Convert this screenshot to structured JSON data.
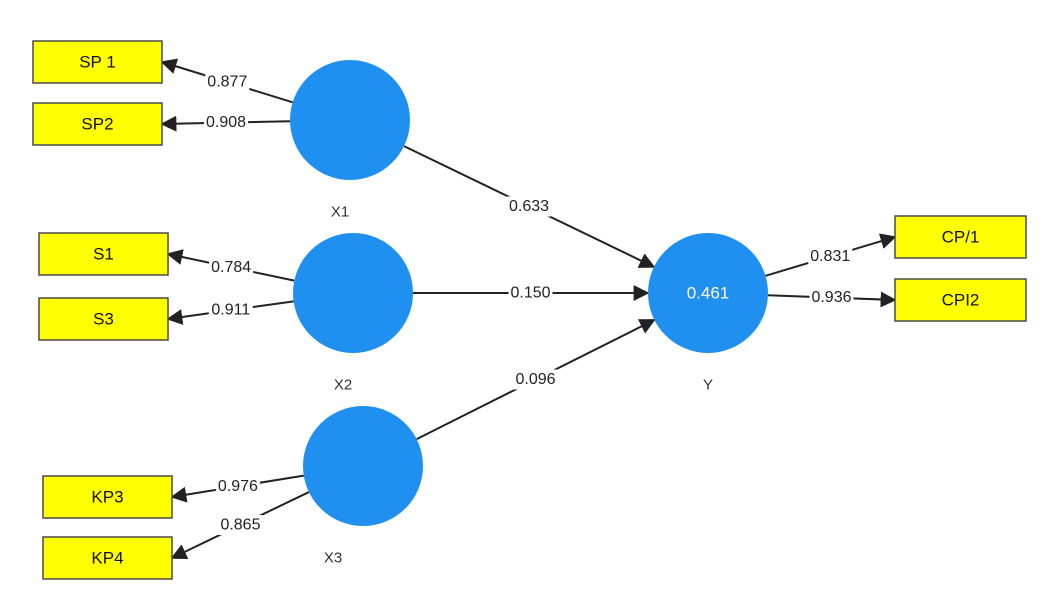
{
  "latent_variables": [
    {
      "id": "X1",
      "label": "X1",
      "r2": ""
    },
    {
      "id": "X2",
      "label": "X2",
      "r2": ""
    },
    {
      "id": "X3",
      "label": "X3",
      "r2": ""
    },
    {
      "id": "Y",
      "label": "Y",
      "r2": "0.461"
    }
  ],
  "indicators": [
    {
      "id": "SP1",
      "label": "SP 1"
    },
    {
      "id": "SP2",
      "label": "SP2"
    },
    {
      "id": "S1",
      "label": "S1"
    },
    {
      "id": "S3",
      "label": "S3"
    },
    {
      "id": "KP3",
      "label": "KP3"
    },
    {
      "id": "KP4",
      "label": "KP4"
    },
    {
      "id": "CPI1",
      "label": "CP/1"
    },
    {
      "id": "CPI2",
      "label": "CPI2"
    }
  ],
  "outer_loadings": [
    {
      "from": "X1",
      "to": "SP1",
      "value": "0.877"
    },
    {
      "from": "X1",
      "to": "SP2",
      "value": "0.908"
    },
    {
      "from": "X2",
      "to": "S1",
      "value": "0.784"
    },
    {
      "from": "X2",
      "to": "S3",
      "value": "0.911"
    },
    {
      "from": "X3",
      "to": "KP3",
      "value": "0.976"
    },
    {
      "from": "X3",
      "to": "KP4",
      "value": "0.865"
    },
    {
      "from": "Y",
      "to": "CPI1",
      "value": "0.831"
    },
    {
      "from": "Y",
      "to": "CPI2",
      "value": "0.936"
    }
  ],
  "path_coefficients": [
    {
      "from": "X1",
      "to": "Y",
      "value": "0.633"
    },
    {
      "from": "X2",
      "to": "Y",
      "value": "0.150"
    },
    {
      "from": "X3",
      "to": "Y",
      "value": "0.096"
    }
  ],
  "colors": {
    "latent_fill": "#1f8ff0",
    "indicator_fill": "#ffff00",
    "edge": "#222222"
  }
}
